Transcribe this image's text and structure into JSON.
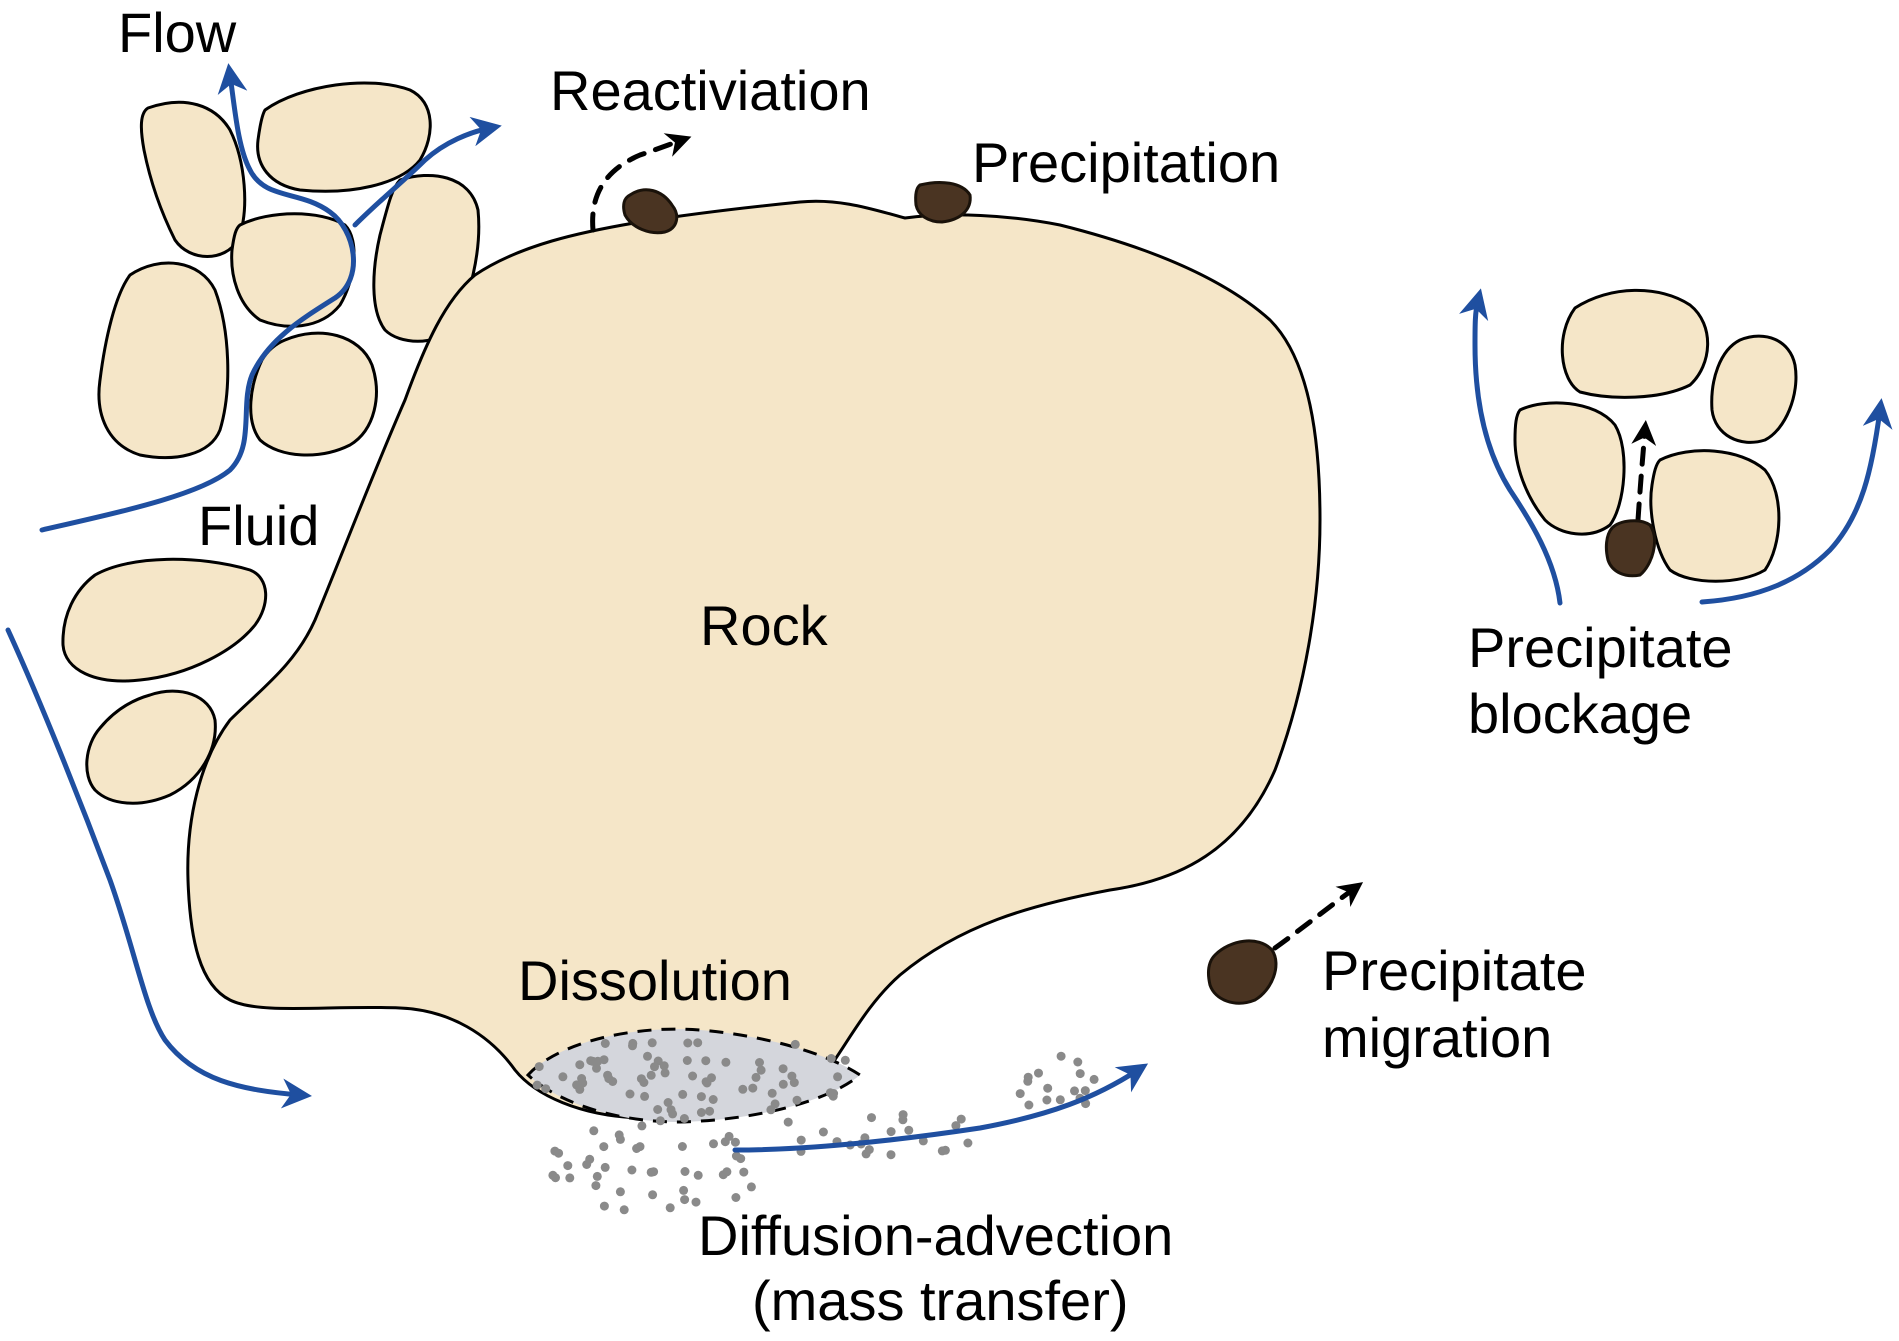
{
  "labels": {
    "flow": "Flow",
    "fluid": "Fluid",
    "reactivation": "Reactiviation",
    "precipitation": "Precipitation",
    "rock": "Rock",
    "precipitate_blockage_1": "Precipitate",
    "precipitate_blockage_2": "blockage",
    "dissolution": "Dissolution",
    "precipitate_migration_1": "Precipitate",
    "precipitate_migration_2": "migration",
    "diffusion_1": "Diffusion-advection",
    "diffusion_2": "(mass transfer)"
  },
  "colors": {
    "grain_fill": "#f5e6c8",
    "flow_arrow": "#1f4fa0",
    "precipitate": "#4a3422",
    "dissolution_zone": "#d4d6dc",
    "particle": "#8a8a8a"
  }
}
